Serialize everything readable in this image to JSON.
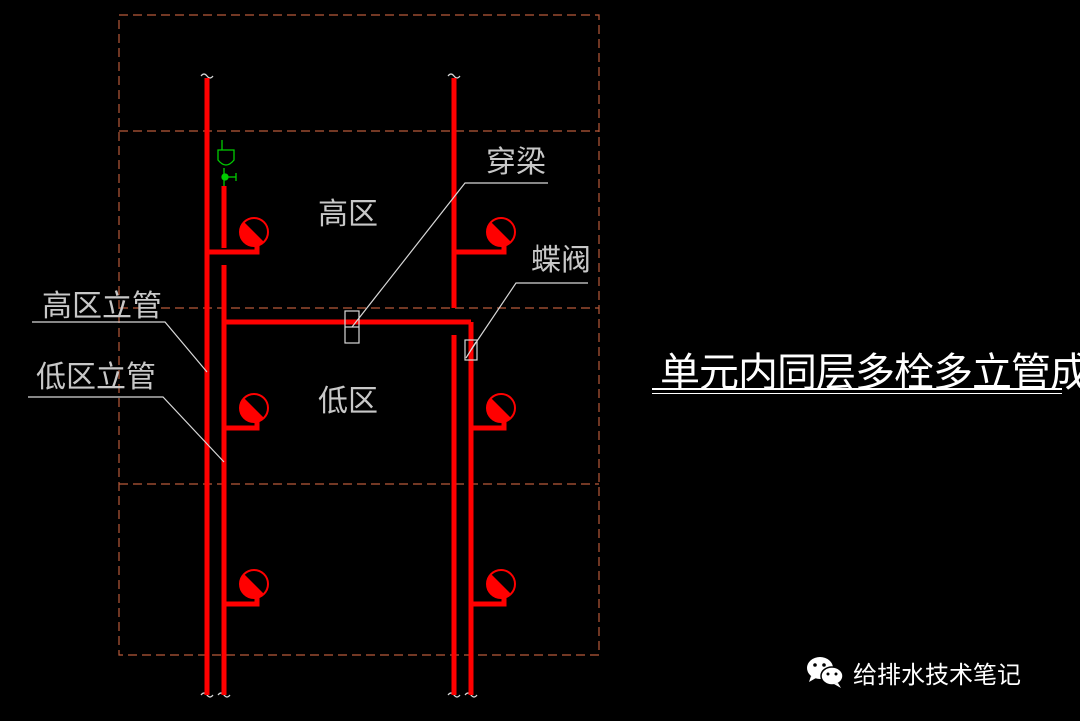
{
  "labels": {
    "high_zone": "高区",
    "low_zone": "低区",
    "beam_crossing": "穿梁",
    "butterfly_valve": "蝶阀",
    "high_zone_riser": "高区立管",
    "low_zone_riser": "低区立管"
  },
  "title": "单元内同层多栓多立管成环",
  "watermark": {
    "text": "给排水技术笔记",
    "icon": "wechat-icon"
  },
  "colors": {
    "pipe": "#ff0000",
    "floor_line": "#b85a3a",
    "text": "#c8c8c8",
    "valve": "#00cc00"
  }
}
